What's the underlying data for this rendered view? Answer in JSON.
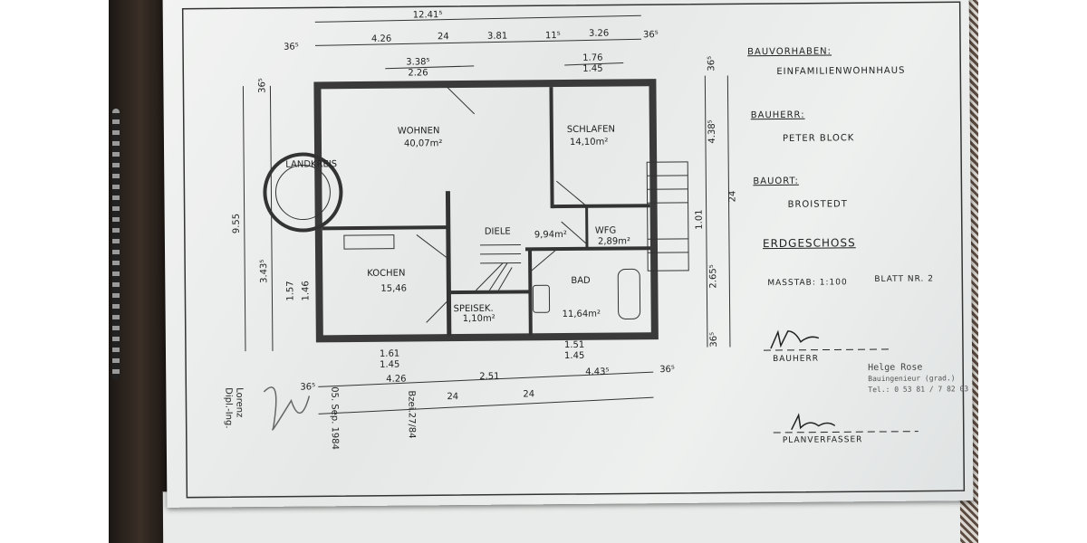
{
  "title_block": {
    "project_label": "BAUVORHABEN:",
    "project_value": "EINFAMILIENWOHNHAUS",
    "client_label": "BAUHERR:",
    "client_value": "PETER BLOCK",
    "location_label": "BAUORT:",
    "location_value": "BROISTEDT",
    "floor": "ERDGESCHOSS",
    "scale": "MASSTAB: 1:100",
    "sheet": "BLATT NR. 2",
    "client_sign_label": "BAUHERR",
    "designer_sign_label": "PLANVERFASSER"
  },
  "architect_stamp": {
    "name": "Helge Rose",
    "title": "Bauingenieur (grad.)",
    "phone": "Tel.: 0 53 81 / 7 82 03"
  },
  "approval": {
    "date": "05. Sep. 1984",
    "engineer": "Lorenz",
    "engineer_title": "Dipl.-Ing.",
    "ref": "Bzei.27/84",
    "seal_text": "LANDKREIS"
  },
  "rooms": [
    {
      "name": "WOHNEN",
      "area": "40,07m²"
    },
    {
      "name": "SCHLAFEN",
      "area": "14,10m²"
    },
    {
      "name": "DIELE",
      "area": "9,94m²"
    },
    {
      "name": "WFG",
      "area": "2,89m²"
    },
    {
      "name": "KOCHEN",
      "area": "15,46"
    },
    {
      "name": "BAD",
      "area": "11,64m²"
    },
    {
      "name": "SPEISEK.",
      "area": "1,10m²"
    }
  ],
  "dimensions": {
    "top_total": "12.41⁵",
    "top_segments": [
      "36⁵",
      "4.26",
      "24",
      "3.81",
      "11⁵",
      "3.26",
      "36⁵"
    ],
    "top_openings": [
      "3.38⁵",
      "2.26",
      "1.76",
      "1.45"
    ],
    "left_total": "9.55",
    "left_segments": [
      "36⁵",
      "3.43⁵",
      "1.57",
      "1.46"
    ],
    "bottom_segments": [
      "36⁵",
      "4.26",
      "24",
      "2.51",
      "24",
      "4.43⁵",
      "36⁵"
    ],
    "bottom_openings": [
      "1.61",
      "1.45",
      "1.51",
      "1.45"
    ],
    "right_segments": [
      "36⁵",
      "4.38⁵",
      "24",
      "1.01",
      "2.65⁵",
      "36⁵"
    ]
  }
}
